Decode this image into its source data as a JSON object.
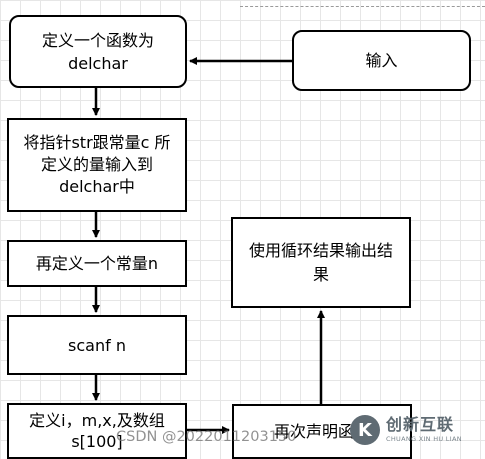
{
  "nodes": {
    "define_func": "定义一个函数为\ndelchar",
    "input": "输入",
    "pointer_input": "将指针str跟常量c 所\n定义的量输入到\ndelchar中",
    "define_n": "再定义一个常量n",
    "scanf_n": "scanf n",
    "define_vars": "定义i，m,x,及数组\ns[100]",
    "declare_again": "再次声明函数",
    "loop_output": "使用循环结果输出结\n果"
  },
  "watermark": "CSDN @2022011203150",
  "brand": {
    "mark": "K",
    "name": "创新互联",
    "sub": "CHUANG XIN HU LIAN"
  },
  "colors": {
    "line": "#000000",
    "grid": "#e6e6e6",
    "background": "#ffffff"
  }
}
